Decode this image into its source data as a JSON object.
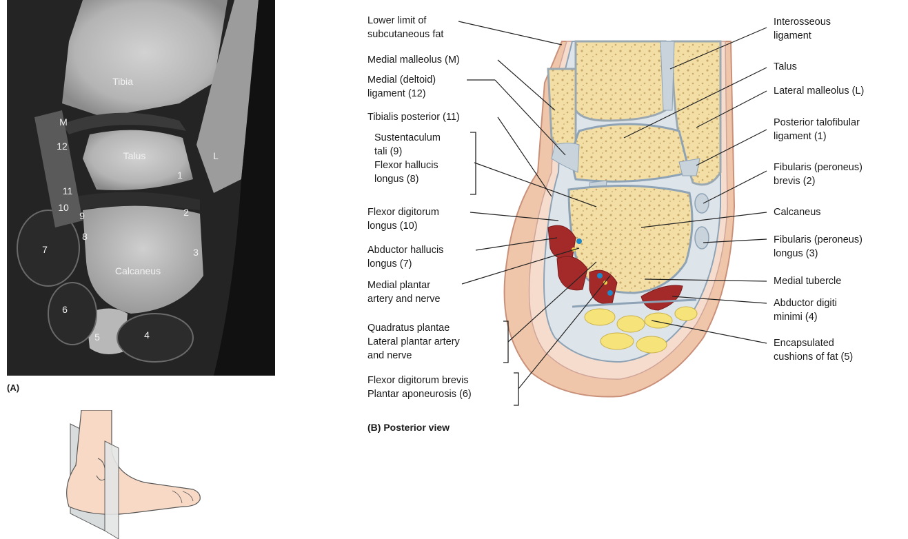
{
  "panel_a": {
    "caption": "(A)",
    "mri_labels": {
      "tibia": "Tibia",
      "talus": "Talus",
      "calcaneus": "Calcaneus",
      "m": "M",
      "l": "L",
      "n12": "12",
      "n1": "1",
      "n11": "11",
      "n10": "10",
      "n9": "9",
      "n2": "2",
      "n8": "8",
      "n7": "7",
      "n3": "3",
      "n6": "6",
      "n5": "5",
      "n4": "4"
    }
  },
  "panel_b": {
    "caption": "(B) Posterior view",
    "left_labels": {
      "subcut_1": "Lower limit of",
      "subcut_2": "subcutaneous fat",
      "medial_malleolus": "Medial malleolus (M)",
      "deltoid_1": "Medial (deltoid)",
      "deltoid_2": "ligament (12)",
      "tib_post": "Tibialis posterior (11)",
      "sust_1": "Sustentaculum",
      "sust_2": "tali (9)",
      "fhl_1": "Flexor hallucis",
      "fhl_2": "longus (8)",
      "fdl_1": "Flexor digitorum",
      "fdl_2": "longus (10)",
      "abd_hal_1": "Abductor hallucis",
      "abd_hal_2": "longus (7)",
      "mpa_1": "Medial plantar",
      "mpa_2": "artery and nerve",
      "qp_1": "Quadratus plantae",
      "qp_2": "Lateral plantar artery",
      "qp_3": "and nerve",
      "fdb_1": "Flexor digitorum brevis",
      "fdb_2": "Plantar aponeurosis (6)"
    },
    "right_labels": {
      "interosseous_1": "Interosseous",
      "interosseous_2": "ligament",
      "talus": "Talus",
      "lat_mal": "Lateral malleolus (L)",
      "ptf_1": "Posterior talofibular",
      "ptf_2": "ligament (1)",
      "fib_brev_1": "Fibularis (peroneus)",
      "fib_brev_2": "brevis (2)",
      "calcaneus": "Calcaneus",
      "fib_long_1": "Fibularis (peroneus)",
      "fib_long_2": "longus (3)",
      "medial_tubercle": "Medial tubercle",
      "abd_dig_1": "Abductor digiti",
      "abd_dig_2": "minimi (4)",
      "fat_1": "Encapsulated",
      "fat_2": "cushions of fat (5)"
    }
  },
  "colors": {
    "bone": "#f3dfa6",
    "skin": "#eec4a8",
    "muscle": "#a42a2a",
    "fat": "#f6e37a",
    "ligament": "#c5d2dc",
    "mri_dark": "#1c1c1c"
  }
}
